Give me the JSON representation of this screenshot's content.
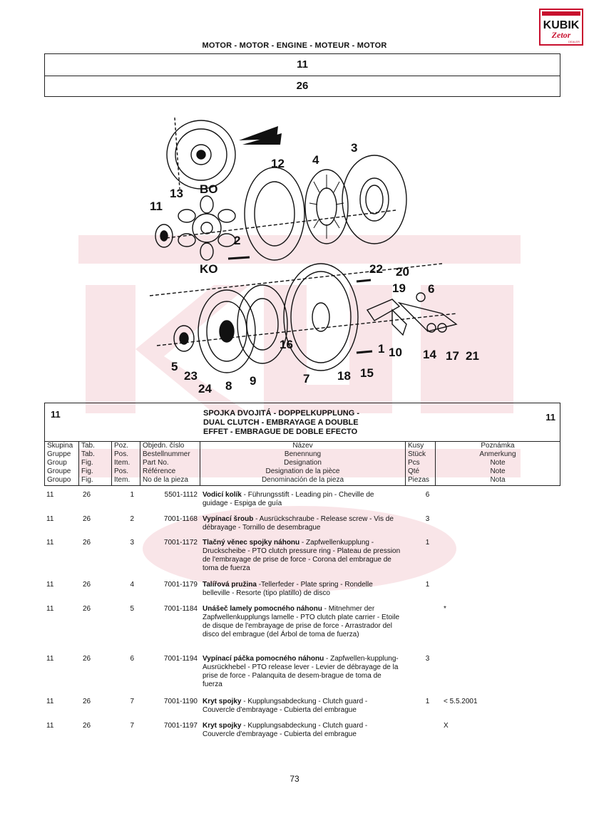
{
  "logo": {
    "brand": "KUBIK",
    "sub": "Zetor",
    "tag": "DEALER"
  },
  "header": {
    "title": "MOTOR - MOTOR - ENGINE - MOTEUR - MOTOR",
    "group": "11",
    "figure": "26"
  },
  "diagram": {
    "callouts": [
      "1",
      "2",
      "3",
      "4",
      "5",
      "6",
      "7",
      "8",
      "9",
      "10",
      "11",
      "12",
      "13",
      "14",
      "15",
      "16",
      "17",
      "18",
      "19",
      "20",
      "21",
      "22",
      "23",
      "24"
    ],
    "labels": {
      "bo": "BO",
      "ko": "KO"
    }
  },
  "table": {
    "group": "11",
    "figure": "11",
    "title_lines": [
      "SPOJKA DVOJITÁ - DOPPELKUPPLUNG -",
      "DUAL CLUTCH - EMBRAYAGE A DOUBLE",
      "EFFET - EMBRAGUE DE DOBLE EFECTO"
    ],
    "columns": {
      "group": [
        "Skupina",
        "Gruppe",
        "Group",
        "Groupe",
        "Groupo"
      ],
      "fig": [
        "Tab.",
        "Tab.",
        "Fig.",
        "Fig.",
        "Fig."
      ],
      "pos": [
        "Poz.",
        "Pos.",
        "Item.",
        "Pos.",
        "Item."
      ],
      "part": [
        "Objedn. číslo",
        "Bestellnummer",
        "Part No.",
        "Référence",
        "No de la pieza"
      ],
      "name": [
        "Název",
        "Benennung",
        "Designation",
        "Designation de la pièce",
        "Denominación de la pieza"
      ],
      "qty": [
        "Kusy",
        "Stück",
        "Pcs",
        "Qté",
        "Piezas"
      ],
      "note": [
        "Poznámka",
        "Anmerkung",
        "Note",
        "Note",
        "Nota"
      ]
    },
    "rows": [
      {
        "group": "11",
        "fig": "26",
        "pos": "1",
        "part": "5501-1112",
        "name_bold": "Vodicí kolík",
        "name_rest": " - Führungsstift - Leading pin - Cheville de guidage - Espiga de guía",
        "qty": "6",
        "note": ""
      },
      {
        "group": "11",
        "fig": "26",
        "pos": "2",
        "part": "7001-1168",
        "name_bold": "Vypínací šroub",
        "name_rest": " - Ausrückschraube - Release screw - Vis de débrayage - Tornillo de desembrague",
        "qty": "3",
        "note": ""
      },
      {
        "group": "11",
        "fig": "26",
        "pos": "3",
        "part": "7001-1172",
        "name_bold": "Tlačný věnec spojky náhonu",
        "name_rest": " - Zapfwellenkupplung - Druckscheibe - PTO clutch pressure ring - Plateau de pression de l'embrayage de prise de force - Corona del embrague de toma de fuerza",
        "qty": "1",
        "note": ""
      },
      {
        "group": "11",
        "fig": "26",
        "pos": "4",
        "part": "7001-1179",
        "name_bold": "Talířová pružina",
        "name_rest": " -Tellerfeder - Plate spring - Rondelle belleville - Resorte (tipo platillo) de disco",
        "qty": "1",
        "note": ""
      },
      {
        "group": "11",
        "fig": "26",
        "pos": "5",
        "part": "7001-1184",
        "name_bold": "Unášeč lamely pomocného náhonu",
        "name_rest": " - Mitnehmer der Zapfwellenkupplungs lamelle - PTO clutch plate carrier - Etoile de disque de l'embrayage de prise de force - Arrastrador del disco del embrague (del Árbol de toma de fuerza)",
        "qty": "",
        "note": "*"
      },
      {
        "group": "11",
        "fig": "26",
        "pos": "6",
        "part": "7001-1194",
        "name_bold": "Vypínací páčka pomocného náhonu",
        "name_rest": " - Zapfwellen-kupplung-Ausrückhebel - PTO release lever - Levier de débrayage de la prise de force - Palanquita de desem-brague de toma de fuerza",
        "qty": "3",
        "note": ""
      },
      {
        "group": "11",
        "fig": "26",
        "pos": "7",
        "part": "7001-1190",
        "name_bold": "Kryt spojky",
        "name_rest": " - Kupplungsabdeckung - Clutch guard - Couvercle d'embrayage - Cubierta del embrague",
        "qty": "1",
        "note": "< 5.5.2001"
      },
      {
        "group": "11",
        "fig": "26",
        "pos": "7",
        "part": "7001-1197",
        "name_bold": "Kryt spojky",
        "name_rest": " - Kupplungsabdeckung - Clutch guard - Couvercle d'embrayage - Cubierta del embrague",
        "qty": "",
        "note": "X"
      }
    ]
  },
  "page_number": "73",
  "colors": {
    "logo_red": "#c8102e",
    "ink": "#111111"
  }
}
